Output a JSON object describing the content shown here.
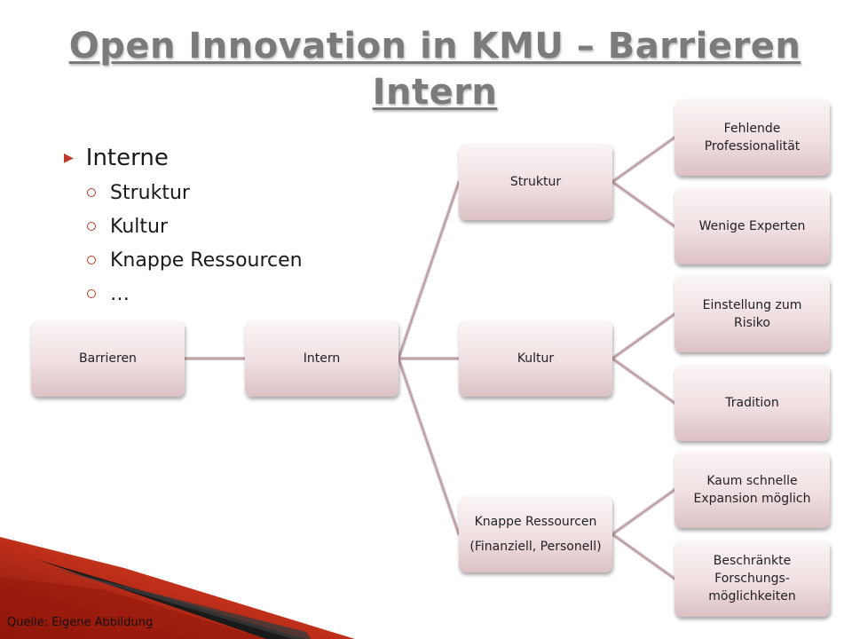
{
  "title": {
    "line1": "Open Innovation in KMU – Barrieren",
    "line2": "Intern"
  },
  "bullets": {
    "main": "Interne",
    "sub": [
      "Struktur",
      "Kultur",
      "Knappe Ressourcen",
      "…"
    ]
  },
  "diagram": {
    "root": "Barrieren",
    "level1": "Intern",
    "level2": {
      "struktur": "Struktur",
      "kultur": "Kultur",
      "ressourcen_line1": "Knappe Ressourcen",
      "ressourcen_line2": "(Finanziell, Personell)"
    },
    "leaves": {
      "professionalitaet": "Fehlende\nProfessionalität",
      "experten": "Wenige Experten",
      "risiko": "Einstellung zum\nRisiko",
      "tradition": "Tradition",
      "expansion": "Kaum schnelle\nExpansion möglich",
      "forschung": "Beschränkte\nForschungs-\nmöglichkeiten"
    }
  },
  "source": "Quelle: Eigene Abbildung",
  "colors": {
    "accent": "#c0392b",
    "node_bottom": "#dcc1c3",
    "connector": "#d0b7b9"
  }
}
